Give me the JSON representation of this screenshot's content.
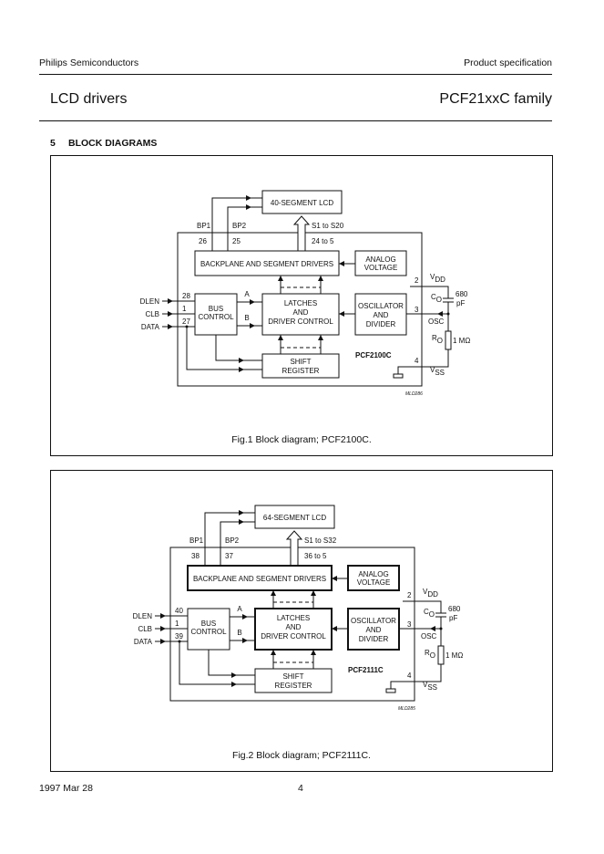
{
  "header": {
    "company": "Philips Semiconductors",
    "doc_type": "Product specification",
    "title": "LCD drivers",
    "product": "PCF21xxC family"
  },
  "section": {
    "number": "5",
    "title": "BLOCK DIAGRAMS"
  },
  "figures": [
    {
      "caption": "Fig.1  Block diagram; PCF2100C.",
      "code": "MLD286",
      "chip": "PCF2100C",
      "lcd": "40-SEGMENT LCD",
      "bp1": "BP1",
      "bp2": "BP2",
      "bp1_pin": "26",
      "bp2_pin": "25",
      "seg_label": "S1 to S20",
      "seg_pins": "24 to 5",
      "backplane": "BACKPLANE AND SEGMENT DRIVERS",
      "analog": [
        "ANALOG",
        "VOLTAGE"
      ],
      "bus": [
        "BUS",
        "CONTROL"
      ],
      "latches": [
        "LATCHES",
        "AND",
        "DRIVER CONTROL"
      ],
      "osc_block": [
        "OSCILLATOR",
        "AND",
        "DIVIDER"
      ],
      "shift": [
        "SHIFT",
        "REGISTER"
      ],
      "inputs": [
        "DLEN",
        "CLB",
        "DATA"
      ],
      "input_pins": [
        "28",
        "1",
        "27"
      ],
      "bus_a": "A",
      "bus_b": "B",
      "vdd_pin": "2",
      "vdd": "V",
      "vdd_sub": "DD",
      "osc_pin": "3",
      "osc": "OSC",
      "vss_pin": "4",
      "vss": "V",
      "vss_sub": "SS",
      "cap": "C",
      "cap_sub": "O",
      "cap_val": [
        "680",
        "pF"
      ],
      "res": "R",
      "res_sub": "O",
      "res_val": "1 MΩ"
    },
    {
      "caption": "Fig.2  Block diagram; PCF2111C.",
      "code": "MLD285",
      "chip": "PCF2111C",
      "lcd": "64-SEGMENT LCD",
      "bp1": "BP1",
      "bp2": "BP2",
      "bp1_pin": "38",
      "bp2_pin": "37",
      "seg_label": "S1 to S32",
      "seg_pins": "36 to 5",
      "backplane": "BACKPLANE AND SEGMENT DRIVERS",
      "analog": [
        "ANALOG",
        "VOLTAGE"
      ],
      "bus": [
        "BUS",
        "CONTROL"
      ],
      "latches": [
        "LATCHES",
        "AND",
        "DRIVER CONTROL"
      ],
      "osc_block": [
        "OSCILLATOR",
        "AND",
        "DIVIDER"
      ],
      "shift": [
        "SHIFT",
        "REGISTER"
      ],
      "inputs": [
        "DLEN",
        "CLB",
        "DATA"
      ],
      "input_pins": [
        "40",
        "1",
        "39"
      ],
      "bus_a": "A",
      "bus_b": "B",
      "vdd_pin": "2",
      "vdd": "V",
      "vdd_sub": "DD",
      "osc_pin": "3",
      "osc": "OSC",
      "vss_pin": "4",
      "vss": "V",
      "vss_sub": "SS",
      "cap": "C",
      "cap_sub": "O",
      "cap_val": [
        "680",
        "pF"
      ],
      "res": "R",
      "res_sub": "O",
      "res_val": "1 MΩ"
    }
  ],
  "footer": {
    "date": "1997 Mar 28",
    "page": "4"
  }
}
